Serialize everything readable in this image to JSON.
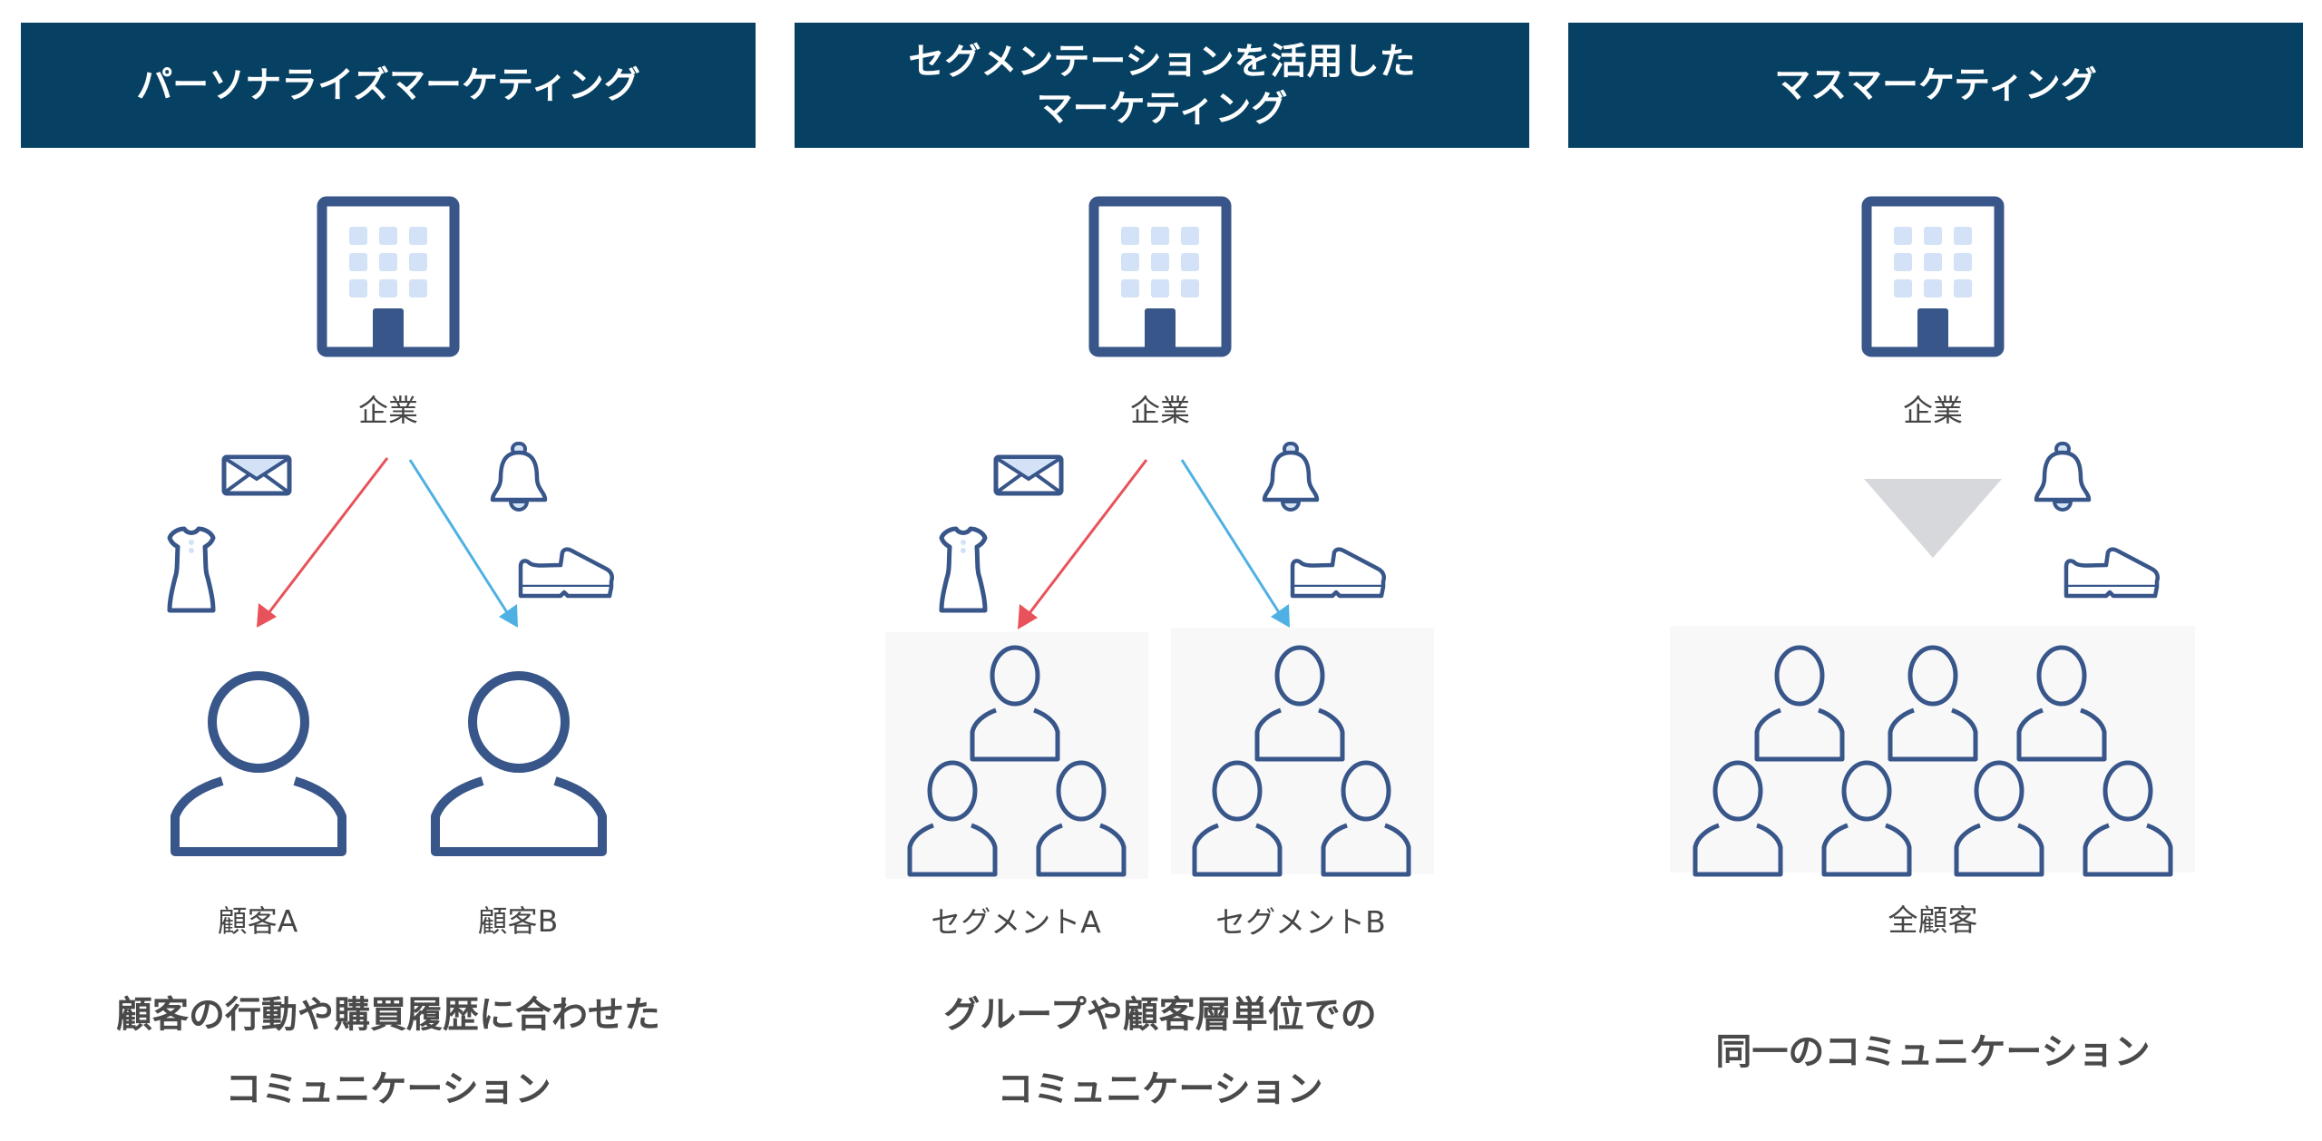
{
  "colors": {
    "header_bg": "#064062",
    "icon_stroke": "#385689",
    "icon_fill_light": "#d3e2f6",
    "arrow_red": "#e8525a",
    "arrow_blue": "#4fb1e3",
    "group_bg": "#f8f8f9",
    "triangle": "#d6d8dc",
    "text": "#464646"
  },
  "panels": [
    {
      "title_lines": [
        "パーソナライズマーケティング"
      ],
      "company_label": "企業",
      "channel_icons": [
        "envelope-icon",
        "dress-icon",
        "bell-icon",
        "shoe-icon"
      ],
      "flow": "split-arrows",
      "targets": [
        {
          "label": "顧客A",
          "type": "individual"
        },
        {
          "label": "顧客B",
          "type": "individual"
        }
      ],
      "caption_lines": [
        "顧客の行動や購買履歴に合わせた",
        "コミュニケーション"
      ]
    },
    {
      "title_lines": [
        "セグメンテーションを活用した",
        "マーケティング"
      ],
      "company_label": "企業",
      "channel_icons": [
        "envelope-icon",
        "dress-icon",
        "bell-icon",
        "shoe-icon"
      ],
      "flow": "split-arrows",
      "targets": [
        {
          "label": "セグメントA",
          "type": "segment",
          "people": 3
        },
        {
          "label": "セグメントB",
          "type": "segment",
          "people": 3
        }
      ],
      "caption_lines": [
        "グループや顧客層単位での",
        "コミュニケーション"
      ]
    },
    {
      "title_lines": [
        "マスマーケティング"
      ],
      "company_label": "企業",
      "channel_icons": [
        "bell-icon",
        "shoe-icon"
      ],
      "flow": "single-triangle",
      "targets": [
        {
          "label": "全顧客",
          "type": "all",
          "people": 7
        }
      ],
      "caption_lines": [
        "同一のコミュニケーション"
      ]
    }
  ]
}
